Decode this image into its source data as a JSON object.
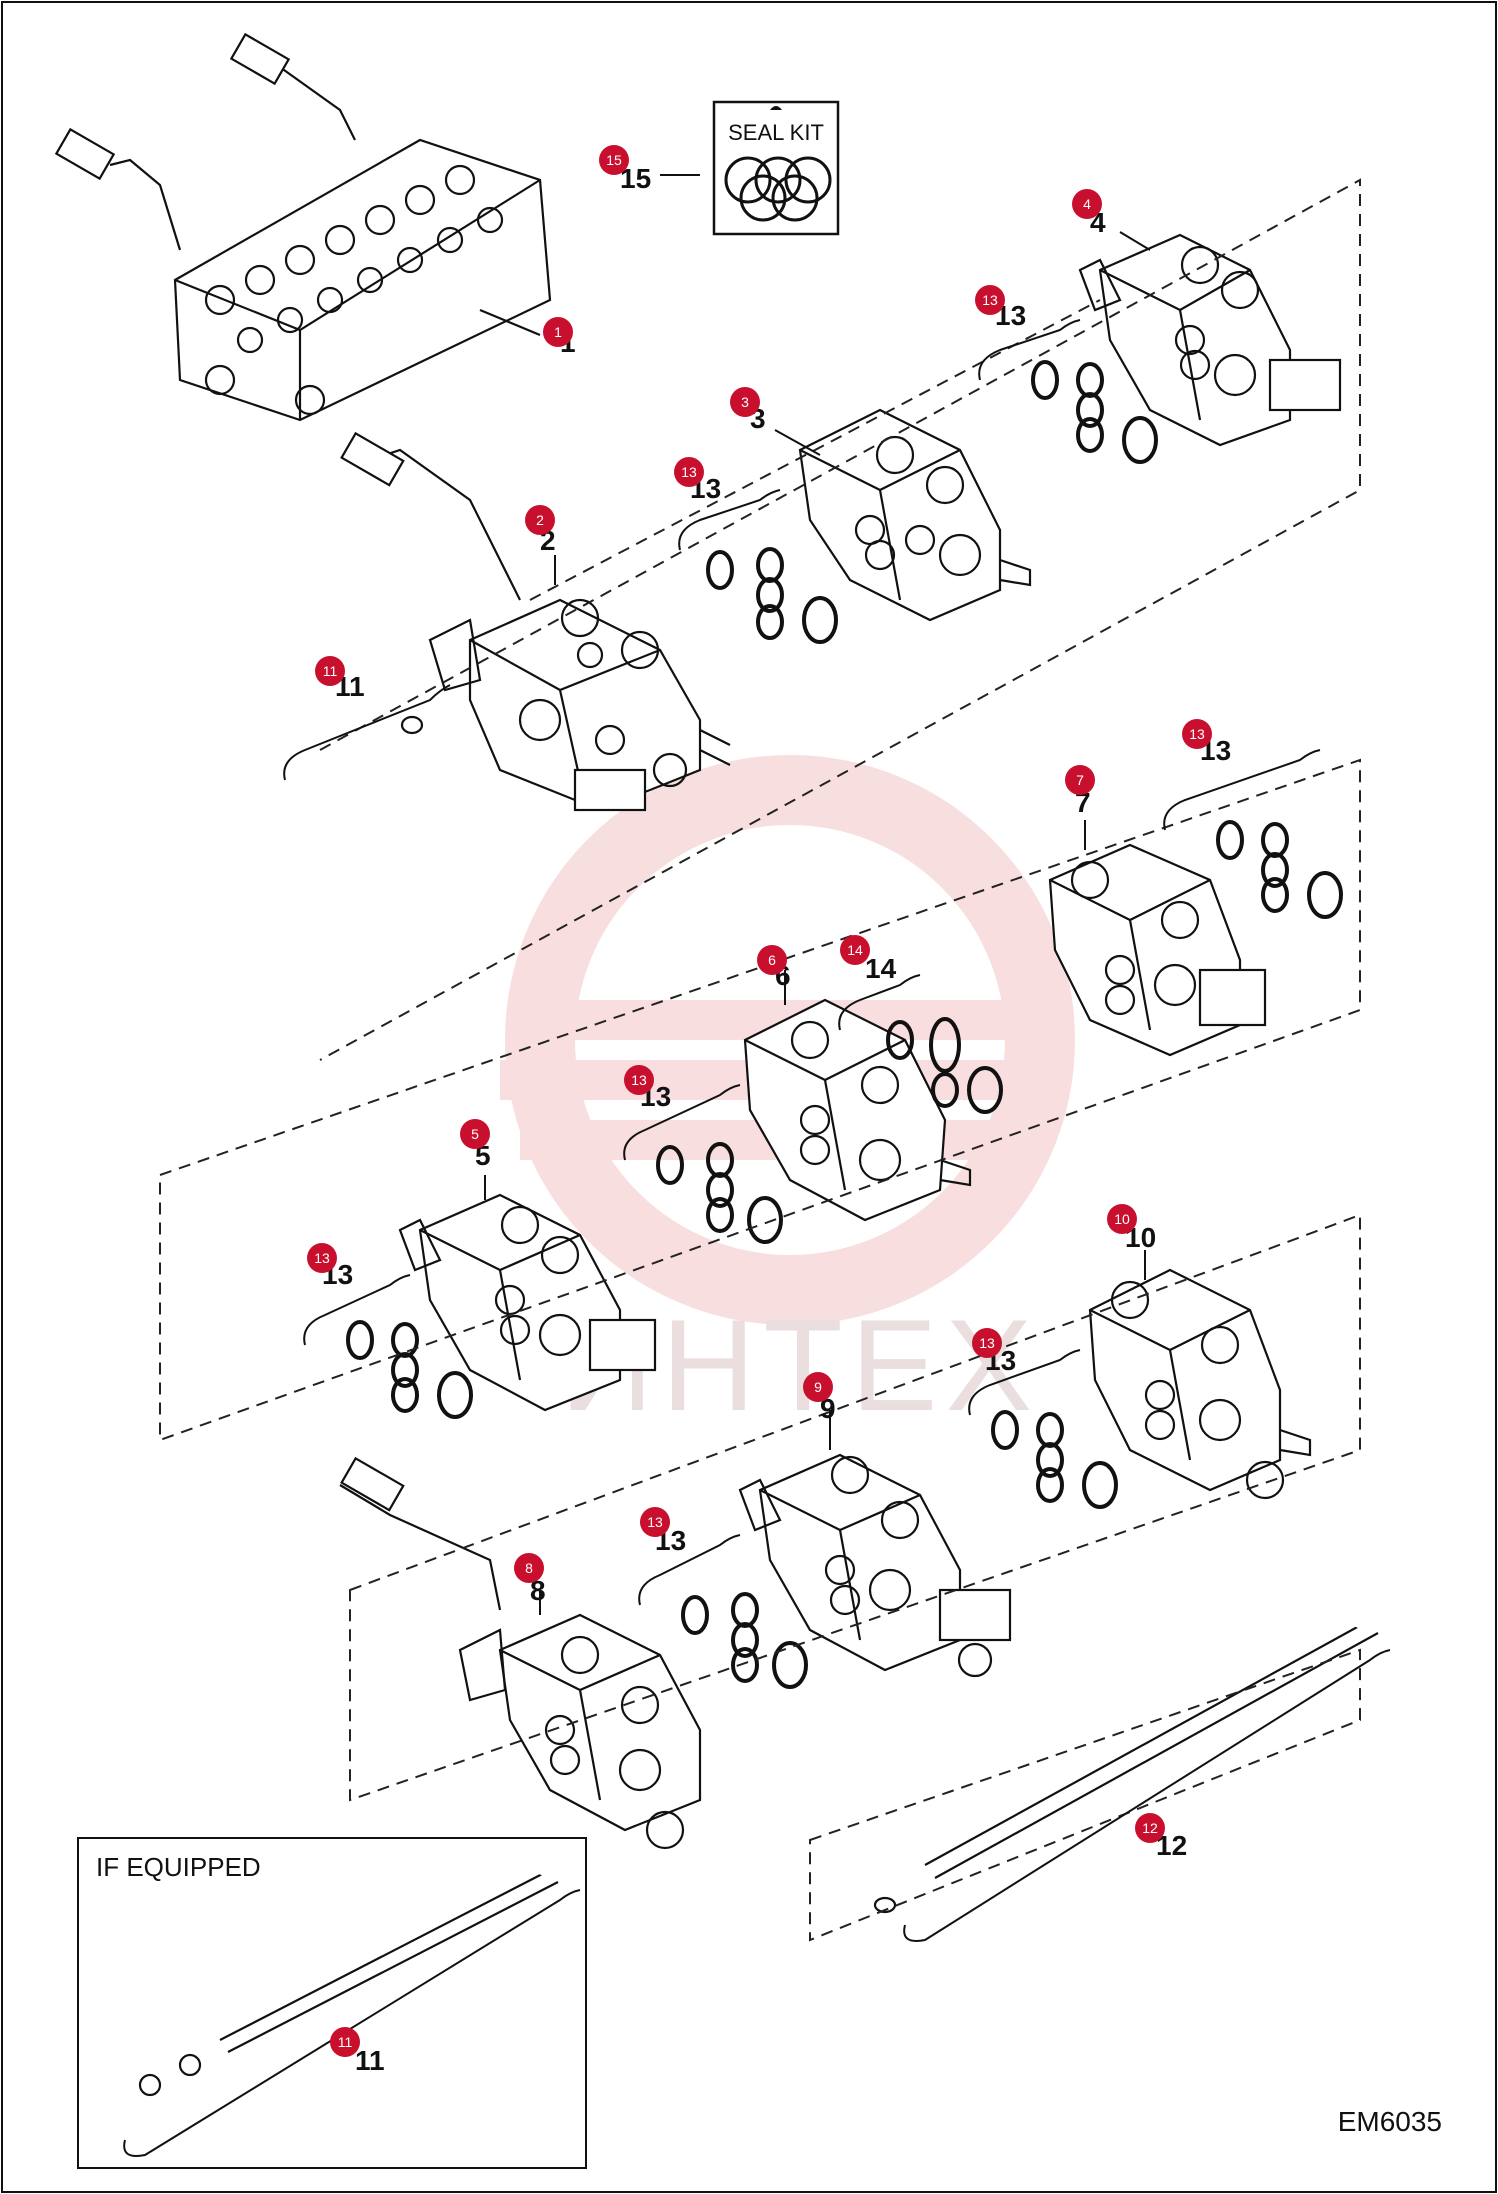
{
  "seal_kit": {
    "label": "SEAL KIT",
    "callout": "15"
  },
  "if_equipped": {
    "label": "IF EQUIPPED",
    "callout": "11"
  },
  "drawing_code": "EM6035",
  "watermark": "ИНТЕХ",
  "callouts": [
    {
      "id": "1",
      "label": "1"
    },
    {
      "id": "2",
      "label": "2"
    },
    {
      "id": "3",
      "label": "3"
    },
    {
      "id": "4",
      "label": "4"
    },
    {
      "id": "5",
      "label": "5"
    },
    {
      "id": "6",
      "label": "6"
    },
    {
      "id": "7",
      "label": "7"
    },
    {
      "id": "8",
      "label": "8"
    },
    {
      "id": "9",
      "label": "9"
    },
    {
      "id": "10",
      "label": "10"
    },
    {
      "id": "11a",
      "label": "11"
    },
    {
      "id": "12",
      "label": "12"
    },
    {
      "id": "13a",
      "label": "13"
    },
    {
      "id": "13b",
      "label": "13"
    },
    {
      "id": "13c",
      "label": "13"
    },
    {
      "id": "13d",
      "label": "13"
    },
    {
      "id": "13e",
      "label": "13"
    },
    {
      "id": "13f",
      "label": "13"
    },
    {
      "id": "13g",
      "label": "13"
    },
    {
      "id": "14",
      "label": "14"
    }
  ],
  "colors": {
    "badge": "#c8102e",
    "watermark": "#f3c4c4",
    "line": "#111111"
  }
}
